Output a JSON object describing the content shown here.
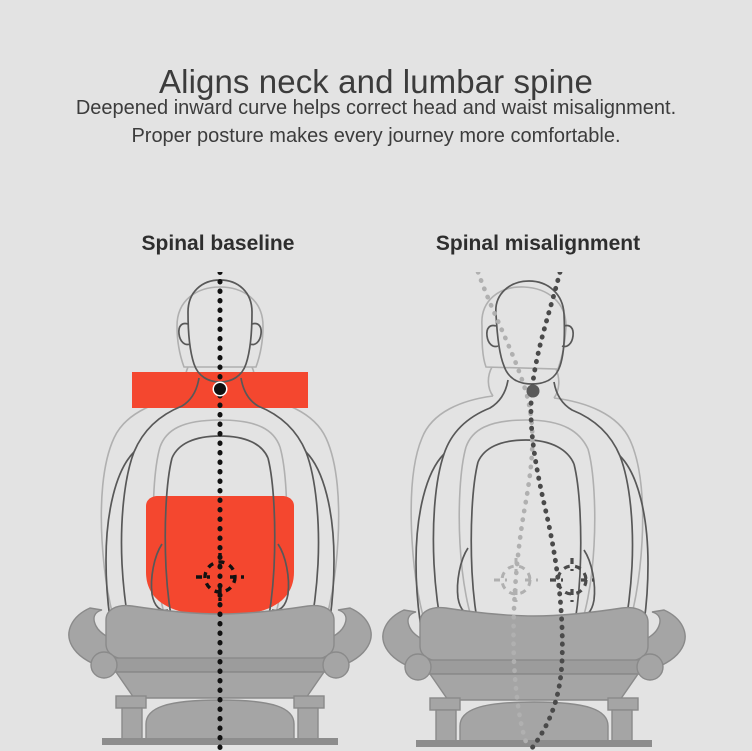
{
  "headline": "Aligns neck and lumbar spine",
  "subhead": {
    "line1": "Deepened inward curve helps correct head and waist misalignment.",
    "line2": "Proper posture makes every journey more comfortable."
  },
  "panels": [
    {
      "id": "spinal-baseline",
      "label": "Spinal baseline",
      "state": "aligned",
      "support_color": "#f4472f",
      "plumb_line": "straight-vertical-dotted",
      "plumb_color": "#000000",
      "markers": [
        "neck-dot",
        "lumbar-crosshair"
      ],
      "highlighted_zones": [
        "neck-pillow",
        "lumbar-pillow"
      ]
    },
    {
      "id": "spinal-misalignment",
      "label": "Spinal misalignment",
      "state": "misaligned",
      "support_color": "none",
      "plumb_line": "two-diverging-dotted-curves",
      "plumb_color_primary": "#4a4a4a",
      "plumb_color_secondary": "#a8a8a8",
      "markers": [
        "neck-dot",
        "lumbar-crosshair-light",
        "lumbar-crosshair-dark"
      ],
      "highlighted_zones": []
    }
  ],
  "colors": {
    "background": "#e3e3e3",
    "accent_red": "#f4472f",
    "seat_gray": "#a5a5a5",
    "seat_gray_dark": "#8d8d8d",
    "outline_dark": "#555555",
    "outline_light": "#aeaeae",
    "text_dark": "#3c3c3c",
    "text_label": "#2e2e2e"
  }
}
